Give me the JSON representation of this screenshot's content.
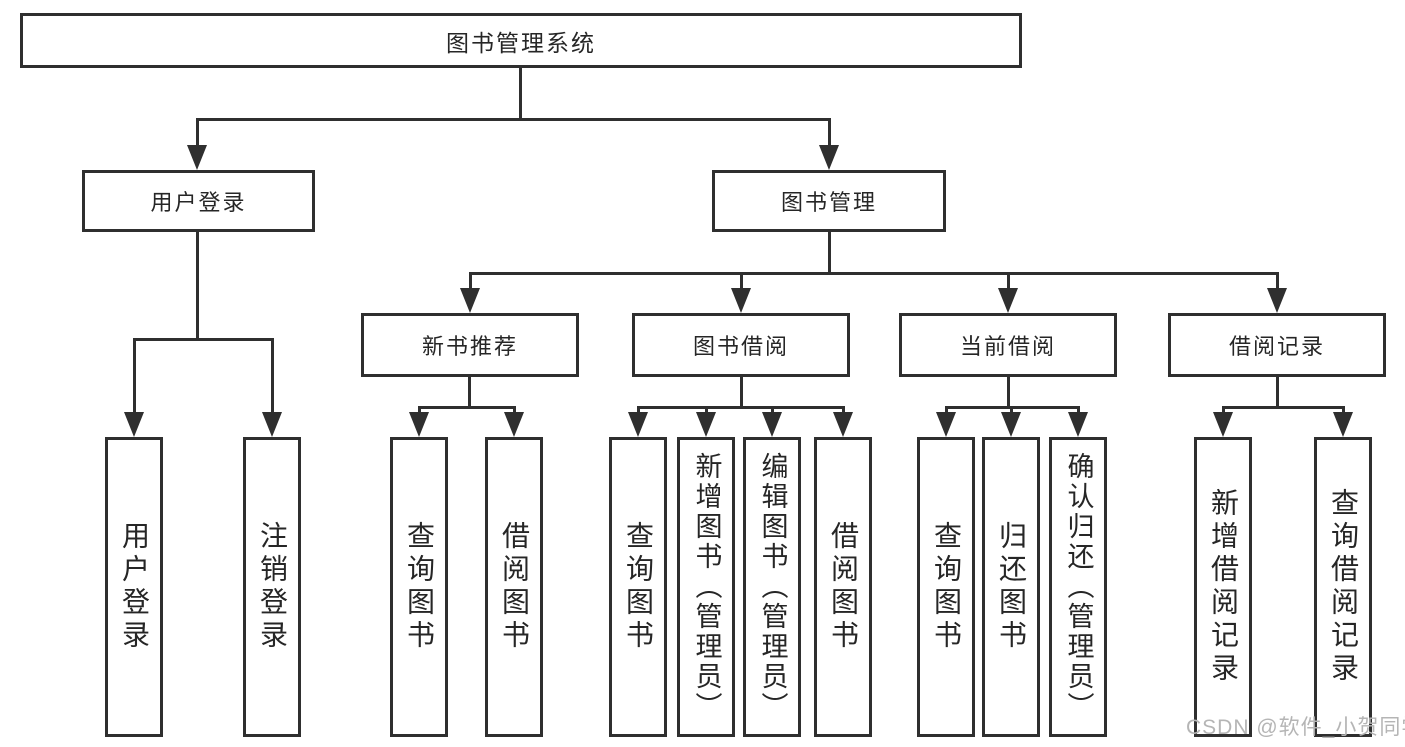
{
  "tree": {
    "root": {
      "label": "图书管理系统"
    },
    "user_login": {
      "label": "用户登录",
      "children": [
        {
          "label": "用户登录"
        },
        {
          "label": "注销登录"
        }
      ]
    },
    "book_mgmt": {
      "label": "图书管理",
      "sections": [
        {
          "label": "新书推荐",
          "children": [
            {
              "label": "查询图书"
            },
            {
              "label": "借阅图书"
            }
          ]
        },
        {
          "label": "图书借阅",
          "children": [
            {
              "label": "查询图书"
            },
            {
              "label": "新增图书（管理员）"
            },
            {
              "label": "编辑图书（管理员）"
            },
            {
              "label": "借阅图书"
            }
          ]
        },
        {
          "label": "当前借阅",
          "children": [
            {
              "label": "查询图书"
            },
            {
              "label": "归还图书"
            },
            {
              "label": "确认归还（管理员）"
            }
          ]
        },
        {
          "label": "借阅记录",
          "children": [
            {
              "label": "新增借阅记录"
            },
            {
              "label": "查询借阅记录"
            }
          ]
        }
      ]
    }
  },
  "watermark": "CSDN @软件_小贺同学",
  "colors": {
    "line": "#2f2f2f",
    "text": "#262626",
    "background": "#ffffff",
    "watermark": "#b5b5b5"
  }
}
